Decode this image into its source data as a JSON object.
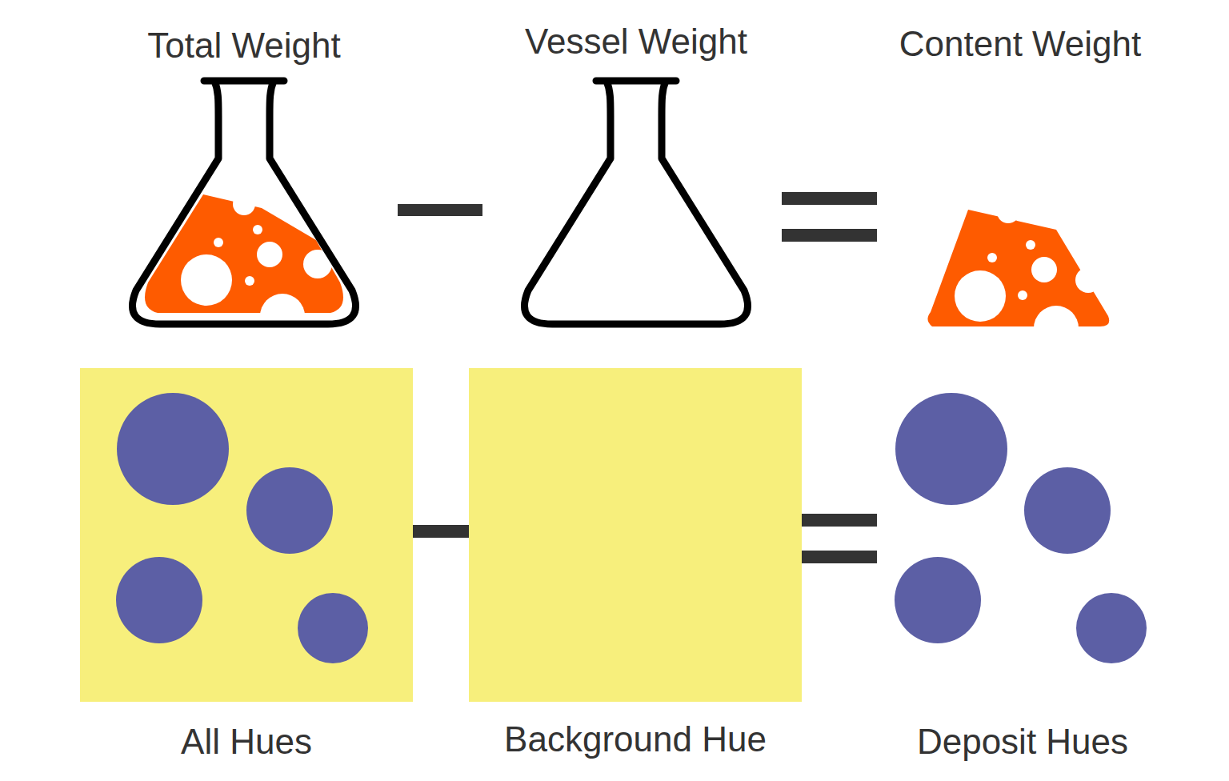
{
  "diagram": {
    "nodes": [
      {
        "text": [
          "Total Weight"
        ]
      },
      {
        "text": [
          "Vessel Weight"
        ]
      },
      {
        "text": [
          "Content Weight"
        ]
      },
      {
        "text": [
          "All Hues"
        ]
      },
      {
        "text": [
          "Background Hue"
        ]
      }
    ],
    "labels": [
      "Deposit Hues"
    ]
  }
}
